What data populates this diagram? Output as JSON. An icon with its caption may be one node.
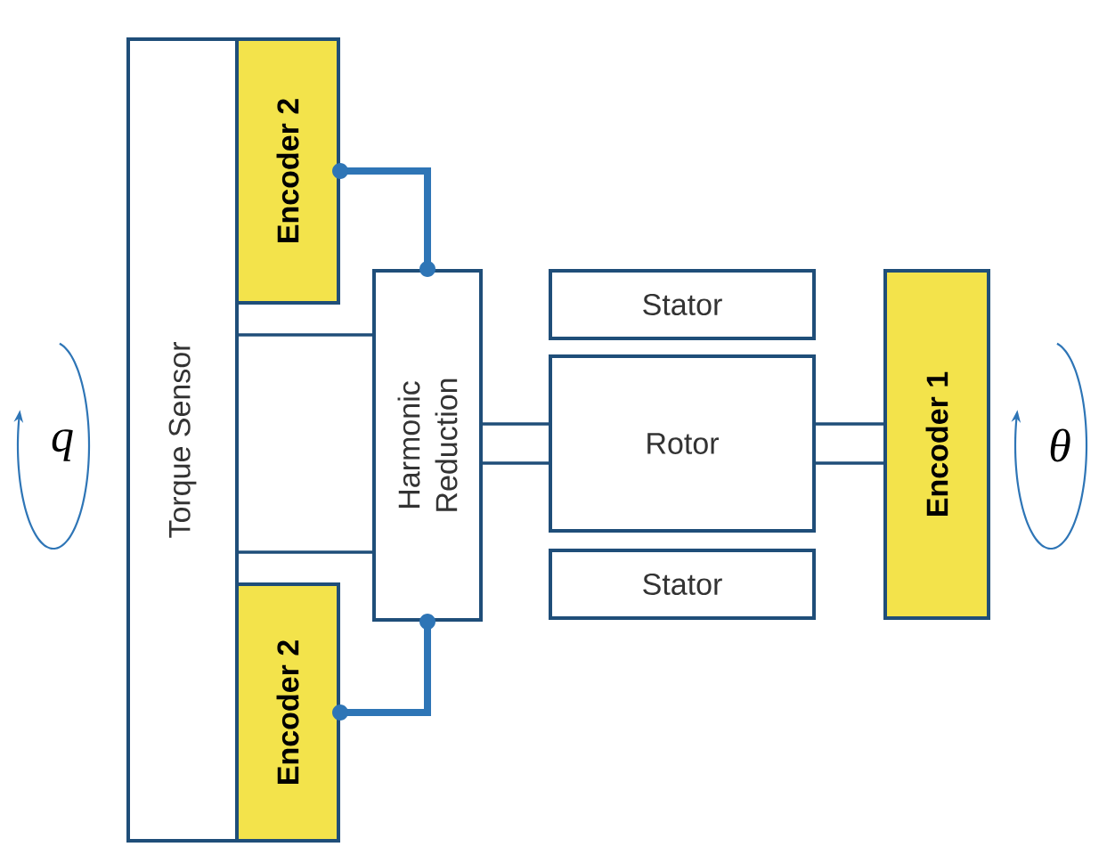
{
  "diagram": {
    "nodes": [
      {
        "text": [
          "Torque Sensor"
        ]
      },
      {
        "text": [
          "Encoder 2"
        ]
      },
      {
        "text": [
          "Encoder 2"
        ]
      },
      {
        "text": [
          "Harmonic Reduction"
        ]
      },
      {
        "text": [
          "Stator"
        ]
      },
      {
        "text": [
          "Rotor"
        ]
      },
      {
        "text": [
          "Stator"
        ]
      },
      {
        "text": [
          "Encoder 1"
        ]
      }
    ],
    "edges": [
      {
        "from": 1,
        "to": 3,
        "arrow": "other",
        "style": "thick",
        "color": "#2e75b6"
      },
      {
        "from": 0,
        "to": 3,
        "arrow": "none"
      },
      {
        "from": 0,
        "to": 3,
        "arrow": "none"
      },
      {
        "from": 2,
        "to": 3,
        "arrow": "other",
        "style": "thick",
        "color": "#2e75b6"
      },
      {
        "from": 3,
        "to": 5,
        "arrow": "none"
      },
      {
        "from": 3,
        "to": 5,
        "arrow": "none"
      },
      {
        "from": 5,
        "to": 7,
        "arrow": "none"
      },
      {
        "from": 5,
        "to": 7,
        "arrow": "none"
      }
    ],
    "labels": [
      "q",
      "θ"
    ]
  }
}
